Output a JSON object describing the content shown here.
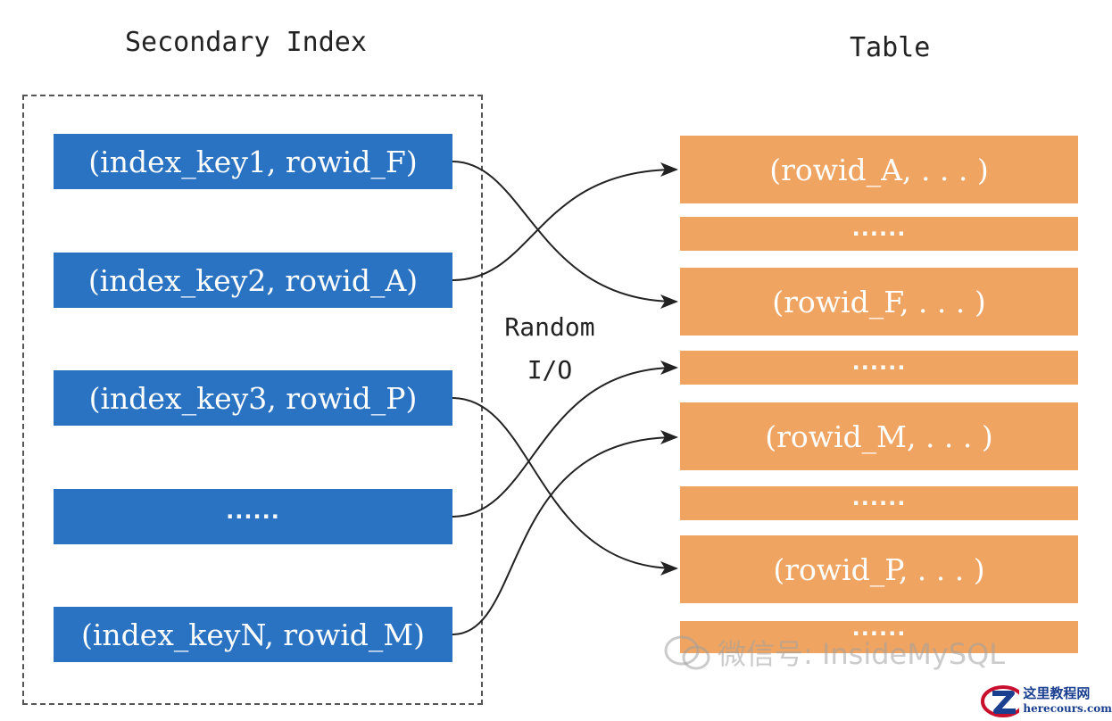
{
  "titles": {
    "secondary_index": "Secondary Index",
    "table": "Table"
  },
  "index_entries": [
    {
      "label": "(index_key1, rowid_F)"
    },
    {
      "label": "(index_key2, rowid_A)"
    },
    {
      "label": "(index_key3, rowid_P)"
    },
    {
      "label": "······"
    },
    {
      "label": "(index_keyN, rowid_M)"
    }
  ],
  "table_rows": [
    {
      "label": "(rowid_A, . . . )"
    },
    {
      "label": "······"
    },
    {
      "label": "(rowid_F, . . . )"
    },
    {
      "label": "······"
    },
    {
      "label": "(rowid_M, . . . )"
    },
    {
      "label": "······"
    },
    {
      "label": "(rowid_P, . . . )"
    },
    {
      "label": "······"
    }
  ],
  "random_io": {
    "line1": "Random",
    "line2": "I/O"
  },
  "watermark": {
    "text": "微信号: InsideMySQL"
  },
  "site_badge": {
    "name": "这里教程网",
    "url": "herecours.com"
  },
  "colors": {
    "index_blue": "#2a72c2",
    "table_orange": "#f0a462",
    "arrow": "#222222"
  }
}
